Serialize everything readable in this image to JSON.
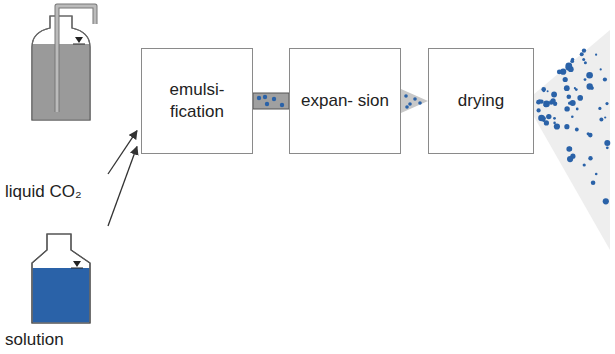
{
  "diagram": {
    "nodes": [
      {
        "text": [
          "liquid CO₂"
        ]
      },
      {
        "text": [
          "solution"
        ]
      },
      {
        "text": [
          "emulsi- fication"
        ]
      },
      {
        "text": [
          "expan- sion"
        ]
      },
      {
        "text": [
          "drying"
        ]
      }
    ],
    "edges": [
      {
        "from": 0,
        "to": 2,
        "arrow": "to"
      },
      {
        "from": 1,
        "to": 2,
        "arrow": "to"
      },
      {
        "from": 2,
        "to": 3,
        "arrow": "none"
      },
      {
        "from": 3,
        "to": 4,
        "arrow": "none"
      }
    ]
  }
}
